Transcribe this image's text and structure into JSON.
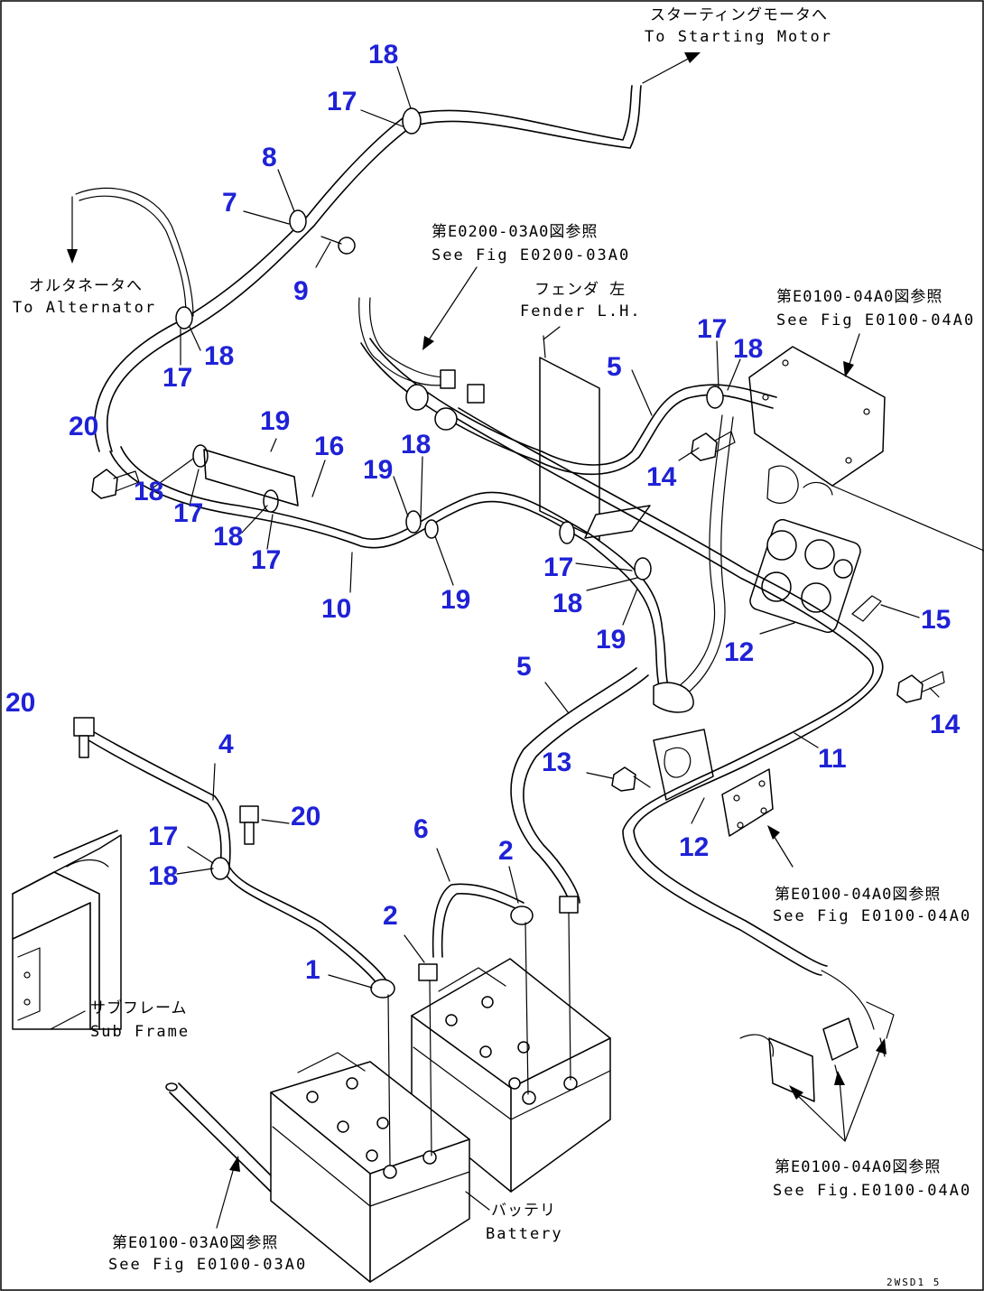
{
  "callouts": [
    {
      "id": "c1",
      "text": "18"
    },
    {
      "id": "c2",
      "text": "17"
    },
    {
      "id": "c3",
      "text": "8"
    },
    {
      "id": "c4",
      "text": "7"
    },
    {
      "id": "c5",
      "text": "9"
    },
    {
      "id": "c6",
      "text": "18"
    },
    {
      "id": "c7",
      "text": "17"
    },
    {
      "id": "c8",
      "text": "20"
    },
    {
      "id": "c9",
      "text": "19"
    },
    {
      "id": "c10",
      "text": "16"
    },
    {
      "id": "c11",
      "text": "18"
    },
    {
      "id": "c12",
      "text": "17"
    },
    {
      "id": "c13",
      "text": "18"
    },
    {
      "id": "c14",
      "text": "17"
    },
    {
      "id": "c15",
      "text": "19"
    },
    {
      "id": "c16",
      "text": "18"
    },
    {
      "id": "c17",
      "text": "10"
    },
    {
      "id": "c18",
      "text": "19"
    },
    {
      "id": "c19",
      "text": "5"
    },
    {
      "id": "c20",
      "text": "17"
    },
    {
      "id": "c21",
      "text": "18"
    },
    {
      "id": "c22",
      "text": "14"
    },
    {
      "id": "c23",
      "text": "17"
    },
    {
      "id": "c24",
      "text": "18"
    },
    {
      "id": "c25",
      "text": "19"
    },
    {
      "id": "c26",
      "text": "12"
    },
    {
      "id": "c27",
      "text": "15"
    },
    {
      "id": "c28",
      "text": "5"
    },
    {
      "id": "c29",
      "text": "14"
    },
    {
      "id": "c30",
      "text": "20"
    },
    {
      "id": "c31",
      "text": "4"
    },
    {
      "id": "c32",
      "text": "13"
    },
    {
      "id": "c33",
      "text": "11"
    },
    {
      "id": "c34",
      "text": "20"
    },
    {
      "id": "c35",
      "text": "17"
    },
    {
      "id": "c36",
      "text": "18"
    },
    {
      "id": "c37",
      "text": "6"
    },
    {
      "id": "c38",
      "text": "2"
    },
    {
      "id": "c39",
      "text": "12"
    },
    {
      "id": "c40",
      "text": "2"
    },
    {
      "id": "c41",
      "text": "1"
    }
  ],
  "notes": {
    "starting_motor_jp": "スターティングモータへ",
    "starting_motor_en": "To Starting Motor",
    "alternator_jp": "オルタネータへ",
    "alternator_en": "To Alternator",
    "fig_e0200_jp": "第E0200-03A0図参照",
    "fig_e0200_en": "See Fig E0200-03A0",
    "fender_jp": "フェンダ 左",
    "fender_en": "Fender L.H.",
    "fig_e0100_top_jp": "第E0100-04A0図参照",
    "fig_e0100_top_en": "See Fig E0100-04A0",
    "fig_e0100_mid_jp": "第E0100-04A0図参照",
    "fig_e0100_mid_en": "See Fig E0100-04A0",
    "sub_frame_jp": "サブフレーム",
    "sub_frame_en": "Sub Frame",
    "fig_e0100_bot_jp": "第E0100-04A0図参照",
    "fig_e0100_bot_en": "See Fig.E0100-04A0",
    "battery_jp": "バッテリ",
    "battery_en": "Battery",
    "fig_e0100_03_jp": "第E0100-03A0図参照",
    "fig_e0100_03_en": "See Fig E0100-03A0",
    "drawing_code": "2WSD1 5"
  }
}
